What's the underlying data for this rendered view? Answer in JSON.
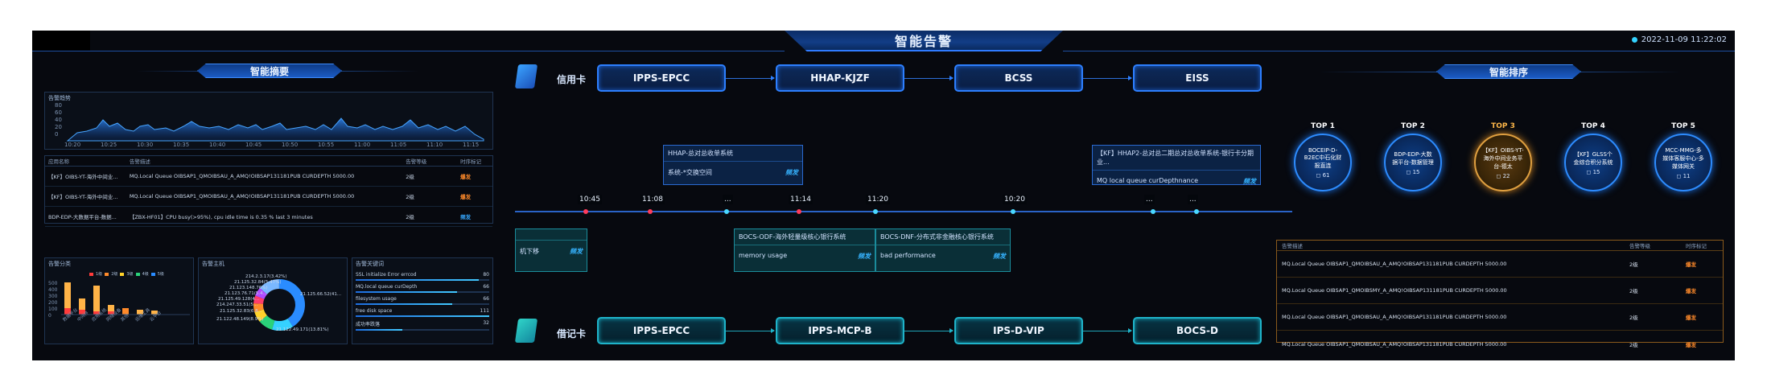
{
  "header": {
    "title": "智能告警",
    "datetime": "2022-11-09 11:22:02"
  },
  "left": {
    "title": "智能摘要",
    "trend": {
      "title": "告警趋势",
      "yticks": [
        "80",
        "60",
        "40",
        "20",
        "0"
      ],
      "xticks": [
        "10:20",
        "10:25",
        "10:30",
        "10:35",
        "10:40",
        "10:45",
        "10:50",
        "10:55",
        "11:00",
        "11:05",
        "11:10",
        "11:15"
      ]
    },
    "table": {
      "headers": [
        "应用名称",
        "告警描述",
        "告警等级",
        "时序标记"
      ],
      "rows": [
        {
          "app": "【KF】OIBS-YT-海外中间业...",
          "desc": "MQ.Local Queue OIBSAP1_QMOIBSAU_A_AMQ!OIBSAP131181PUB CURDEPTH 5000.00",
          "level": "2级",
          "tag": "爆发",
          "tone": "o"
        },
        {
          "app": "【KF】OIBS-YT-海外中间业...",
          "desc": "MQ.Local Queue OIBSAP1_QMOIBSAU_A_AMQ!OIBSAP131181PUB CURDEPTH 5000.00",
          "level": "2级",
          "tag": "爆发",
          "tone": "o"
        },
        {
          "app": "BDP-EDP-大数据平台-数据...",
          "desc": "【ZBX-HF01】CPU busy(>95%), cpu idle time is 0.35 % last 3 minutes",
          "level": "2级",
          "tag": "频发",
          "tone": "b"
        }
      ]
    },
    "dist": {
      "title": "告警分类",
      "legend": [
        "1级",
        "2级",
        "3级",
        "4级",
        "5级"
      ],
      "yticks": [
        "500",
        "400",
        "300",
        "200",
        "100",
        "0"
      ],
      "cats": [
        "数据平台",
        "中间件",
        "应用系统",
        "网络设备",
        "其他",
        "运维工具",
        "云平台"
      ]
    },
    "host": {
      "title": "告警主机",
      "labels": [
        "214.2.3.17(3.42%)",
        "21.125.32.84(5.47%)",
        "21.123.148.76%)",
        "21.123.76.71(5.4...",
        "21.125.49.128(4...",
        "214.247.33.51(5...",
        "21.125.32.83(6.8...",
        "21.122.48.149(8.9%)",
        "21.125.66.52(41...",
        "21.122.49.171(13.81%)"
      ]
    },
    "kw": {
      "title": "告警关键词",
      "items": [
        {
          "name": "SSL initialize Error errcod",
          "count": "80",
          "pct": 0.92
        },
        {
          "name": "MQ.local queue curDepth",
          "count": "66",
          "pct": 0.76
        },
        {
          "name": "filesystem usage",
          "count": "66",
          "pct": 0.72
        },
        {
          "name": "free disk space",
          "count": "111",
          "pct": 1
        },
        {
          "name": "成功率跌落",
          "count": "32",
          "pct": 0.35
        }
      ]
    }
  },
  "center": {
    "lanes": [
      {
        "label": "信用卡",
        "nodes": [
          "IPPS-EPCC",
          "HHAP-KJZF",
          "BCSS",
          "EISS"
        ]
      },
      {
        "label": "借记卡",
        "nodes": [
          "IPPS-EPCC",
          "IPPS-MCP-B",
          "IPS-D-VIP",
          "BOCS-D"
        ]
      }
    ],
    "timeline": [
      "10:45",
      "11:08",
      "...",
      "11:14",
      "11:20",
      "10:20",
      "...",
      "..."
    ],
    "tips": [
      {
        "title": "HHAP-总对总收单系统",
        "body": "系统-*交换空间",
        "link": "频发"
      },
      {
        "title": "【KF】HHAP2-总对总二期总对总收单系统-银行卡分期业...",
        "body": "MQ local queue curDepthnance",
        "link": "频发"
      },
      {
        "title": "",
        "body": "机下移",
        "link": "频发"
      },
      {
        "title": "BOCS-ODF-海外轻量级核心银行系统",
        "body": "memory usage",
        "link": "频发"
      },
      {
        "title": "BOCS-DNF-分布式非金融核心银行系统",
        "body": "bad performance",
        "link": "频发"
      }
    ]
  },
  "right": {
    "title": "智能排序",
    "tops": [
      {
        "rank": "TOP 1",
        "name": "BOCEIP-D-B2EC中石化财报直连",
        "count": "61"
      },
      {
        "rank": "TOP 2",
        "name": "BDP-EDP-大数据平台-数据管理",
        "count": "15"
      },
      {
        "rank": "TOP 3",
        "name": "【KF】OIBS-YT-海外中间业务平台-德太",
        "count": "22"
      },
      {
        "rank": "TOP 4",
        "name": "【KF】GLSS个金综合积分系统",
        "count": "15"
      },
      {
        "rank": "TOP 5",
        "name": "MCC-MMG-多媒体客服中心-多媒体网关",
        "count": "11"
      }
    ],
    "table": {
      "headers": [
        "告警描述",
        "告警等级",
        "时序标记"
      ],
      "rows": [
        {
          "desc": "MQ.Local Queue OIBSAP1_QMOIBSAU_A_AMQ!OIBSAP131181PUB CURDEPTH 5000.00",
          "level": "2级",
          "tag": "爆发"
        },
        {
          "desc": "MQ.Local Queue OIBSAP1_QMOIBSMY_A_AMQ!OIBSAP131181PUB CURDEPTH 5000.00",
          "level": "2级",
          "tag": "爆发"
        },
        {
          "desc": "MQ.Local Queue OIBSAP1_QMOIBSAU_A_AMQ!OIBSAP131181PUB CURDEPTH 5000.00",
          "level": "2级",
          "tag": "爆发"
        },
        {
          "desc": "MQ.Local Queue OIBSAP1_QMOIBSAU_A_AMQ!OIBSAP131181PUB CURDEPTH 5000.00",
          "level": "2级",
          "tag": "爆发"
        }
      ]
    }
  },
  "colors": {
    "accent": "#2d7fff",
    "teal": "#1fb3c9",
    "orange": "#ff8a2a",
    "gold": "#e0a040"
  }
}
